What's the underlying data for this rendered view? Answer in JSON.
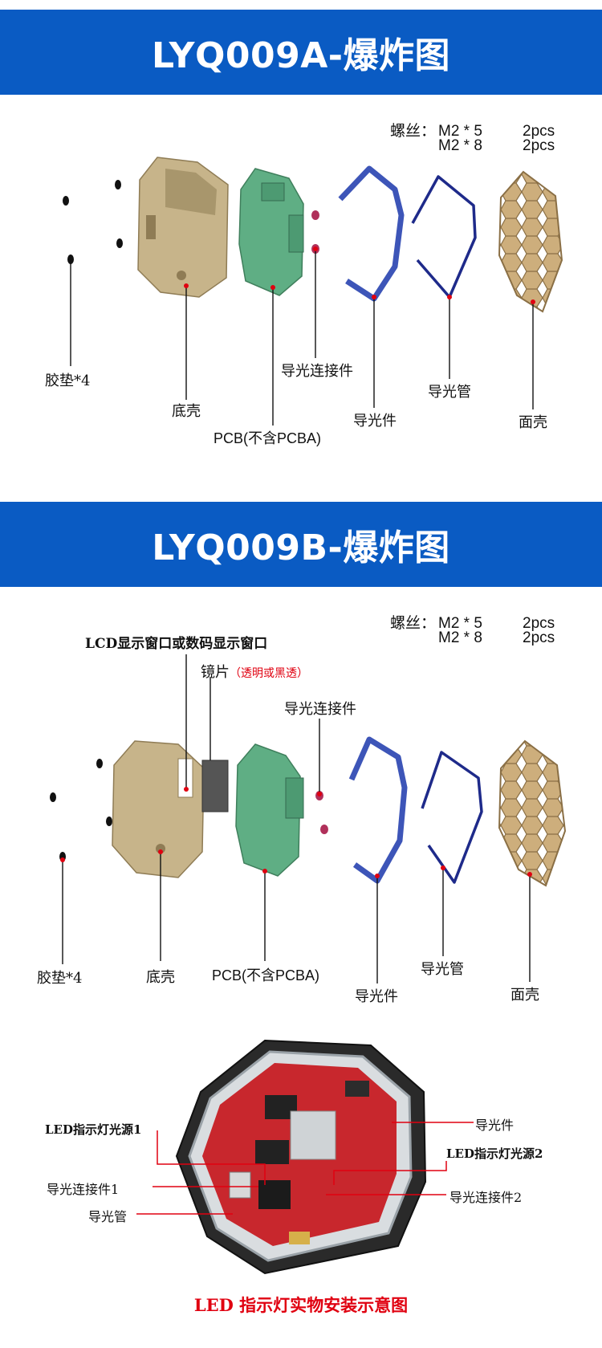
{
  "section_a": {
    "title": "LYQ009A-爆炸图",
    "screws": {
      "label": "螺丝：",
      "row1_spec": "M2 * 5",
      "row1_qty": "2pcs",
      "row2_spec": "M2 * 8",
      "row2_qty": "2pcs"
    },
    "labels": {
      "pads": "胶垫*4",
      "bottom_shell": "底壳",
      "pcb": "PCB(不含PCBA)",
      "light_connector": "导光连接件",
      "light_guide": "导光件",
      "light_pipe": "导光管",
      "face_shell": "面壳"
    }
  },
  "section_b": {
    "title": "LYQ009B-爆炸图",
    "screws": {
      "label": "螺丝：",
      "row1_spec": "M2 * 5",
      "row1_qty": "2pcs",
      "row2_spec": "M2 * 8",
      "row2_qty": "2pcs"
    },
    "labels": {
      "lcd_window": "LCD显示窗口或数码显示窗口",
      "lens": "镜片",
      "lens_note": "（透明或黑透）",
      "light_connector": "导光连接件",
      "pads": "胶垫*4",
      "bottom_shell": "底壳",
      "pcb": "PCB(不含PCBA)",
      "light_guide": "导光件",
      "light_pipe": "导光管",
      "face_shell": "面壳"
    }
  },
  "photo": {
    "callouts": {
      "light_guide": "导光件",
      "led_source_1": "LED指示灯光源1",
      "led_source_2": "LED指示灯光源2",
      "connector_1": "导光连接件1",
      "connector_2": "导光连接件2",
      "light_pipe": "导光管"
    },
    "caption": "LED 指示灯实物安装示意图"
  },
  "colors": {
    "banner": "#0a5bc3",
    "shell": "#c7b48a",
    "pcb": "#5fae84",
    "guide": "#3d55b8",
    "pipe": "#1e2a8a",
    "face": "#c9a877",
    "board": "#c8272d",
    "accent_red": "#e00010"
  }
}
